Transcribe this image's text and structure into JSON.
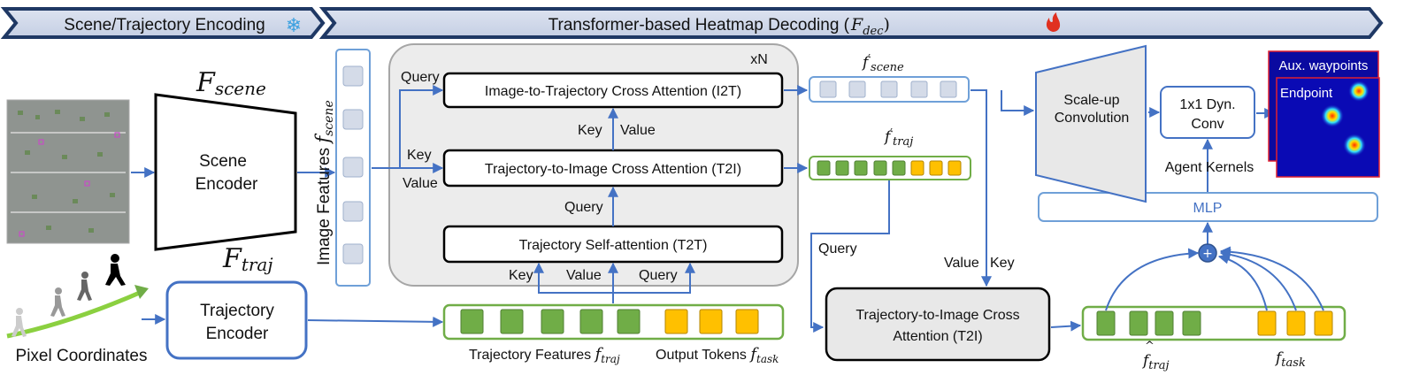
{
  "banner": {
    "left_title": "Scene/Trajectory Encoding",
    "right_title": "Transformer-based Heatmap Decoding (",
    "right_title_math": "F",
    "right_title_sub": "dec",
    "right_title_close": ")"
  },
  "scene_encoder": {
    "math": "F",
    "sub": "scene",
    "line1": "Scene",
    "line2": "Encoder"
  },
  "traj_encoder": {
    "math": "F",
    "sub": "traj",
    "line1": "Trajectory",
    "line2": "Encoder"
  },
  "pixel_coordinates": "Pixel Coordinates",
  "image_features": {
    "label": "Image Features ",
    "math": "f",
    "sub": "scene"
  },
  "decoder": {
    "repeat": "xN",
    "i2t": "Image-to-Trajectory Cross Attention (I2T)",
    "t2i": "Trajectory-to-Image Cross Attention (T2I)",
    "t2t": "Trajectory Self-attention (T2T)",
    "labels": {
      "query": "Query",
      "key": "Key",
      "value": "Value"
    }
  },
  "f_scene_prime": {
    "math": "f",
    "sub": "scene"
  },
  "f_traj_prime": {
    "math": "f",
    "sub": "traj"
  },
  "traj_features_label": "Trajectory Features ",
  "traj_features_math": "f",
  "traj_features_sub": "traj",
  "output_tokens_label": "Output Tokens ",
  "output_tokens_math": "f",
  "output_tokens_sub": "task",
  "t2i_bottom": {
    "line1": "Trajectory-to-Image Cross",
    "line2": "Attention (T2I)"
  },
  "value_key_label": {
    "value": "Value",
    "key": "Key"
  },
  "query_label": "Query",
  "scaleup": {
    "line1": "Scale-up",
    "line2": "Convolution"
  },
  "dynconv": {
    "line1": "1x1 Dyn.",
    "line2": "Conv"
  },
  "agent_kernels": "Agent Kernels",
  "mlp": "MLP",
  "plus": "+",
  "aux_waypoints": "Aux. waypoints",
  "endpoint": "Endpoint",
  "f_hat_traj": {
    "math": "f",
    "sub": "traj"
  },
  "f_task": {
    "math": "f",
    "sub": "task"
  },
  "colors": {
    "blue": "#4472c4",
    "green": "#70ad47",
    "orange": "#ffc000",
    "gray": "#e8e8e8",
    "navy": "#1f3864"
  }
}
